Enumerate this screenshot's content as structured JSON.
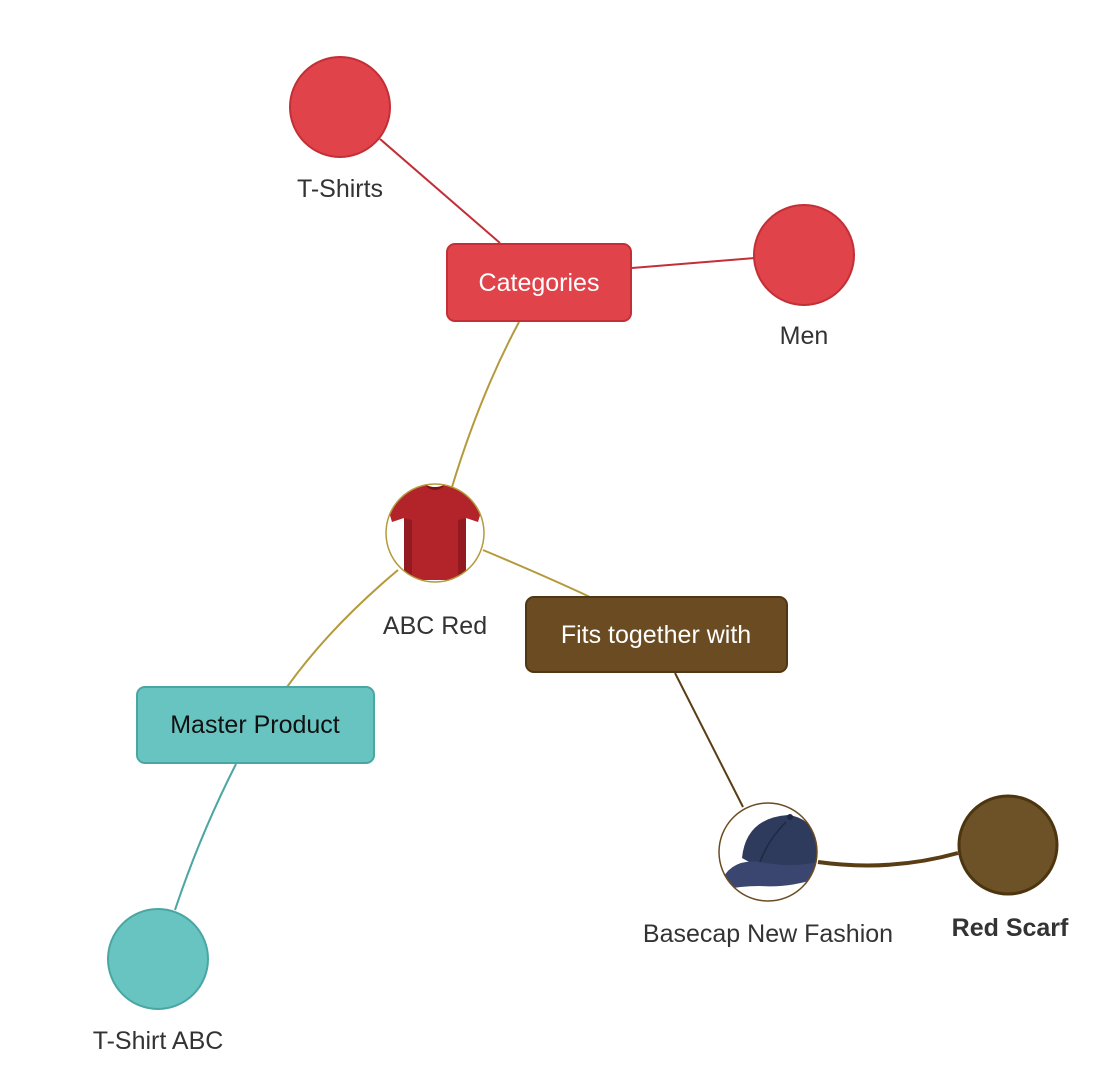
{
  "graph": {
    "categories_box": {
      "label": "Categories",
      "fill": "#e0434a",
      "stroke": "#c22f36",
      "text_color": "#ffffff"
    },
    "fits_box": {
      "label": "Fits together with",
      "fill": "#6b4c22",
      "stroke": "#4f3614",
      "text_color": "#ffffff"
    },
    "master_box": {
      "label": "Master Product",
      "fill": "#67c4c0",
      "stroke": "#4aa6a2",
      "text_color": "#111111"
    },
    "nodes": {
      "tshirts": {
        "label": "T-Shirts",
        "fill": "#e0434a",
        "stroke": "#c22f36"
      },
      "men": {
        "label": "Men",
        "fill": "#e0434a",
        "stroke": "#c22f36"
      },
      "abc_red": {
        "label": "ABC Red",
        "image": "red-tshirt-icon",
        "ring": "#b59a3c"
      },
      "tshirt_abc": {
        "label": "T-Shirt ABC",
        "fill": "#67c4c0",
        "stroke": "#4aa6a2"
      },
      "basecap": {
        "label": "Basecap New Fashion",
        "image": "navy-cap-icon",
        "ring": "#6b4c22"
      },
      "red_scarf": {
        "label": "Red Scarf",
        "fill": "#6d5228",
        "stroke": "#4d3510"
      }
    },
    "edge_colors": {
      "categories": "#c22f36",
      "product": "#b59a3c",
      "master": "#4aa6a2",
      "fits": "#5a3d14"
    }
  }
}
